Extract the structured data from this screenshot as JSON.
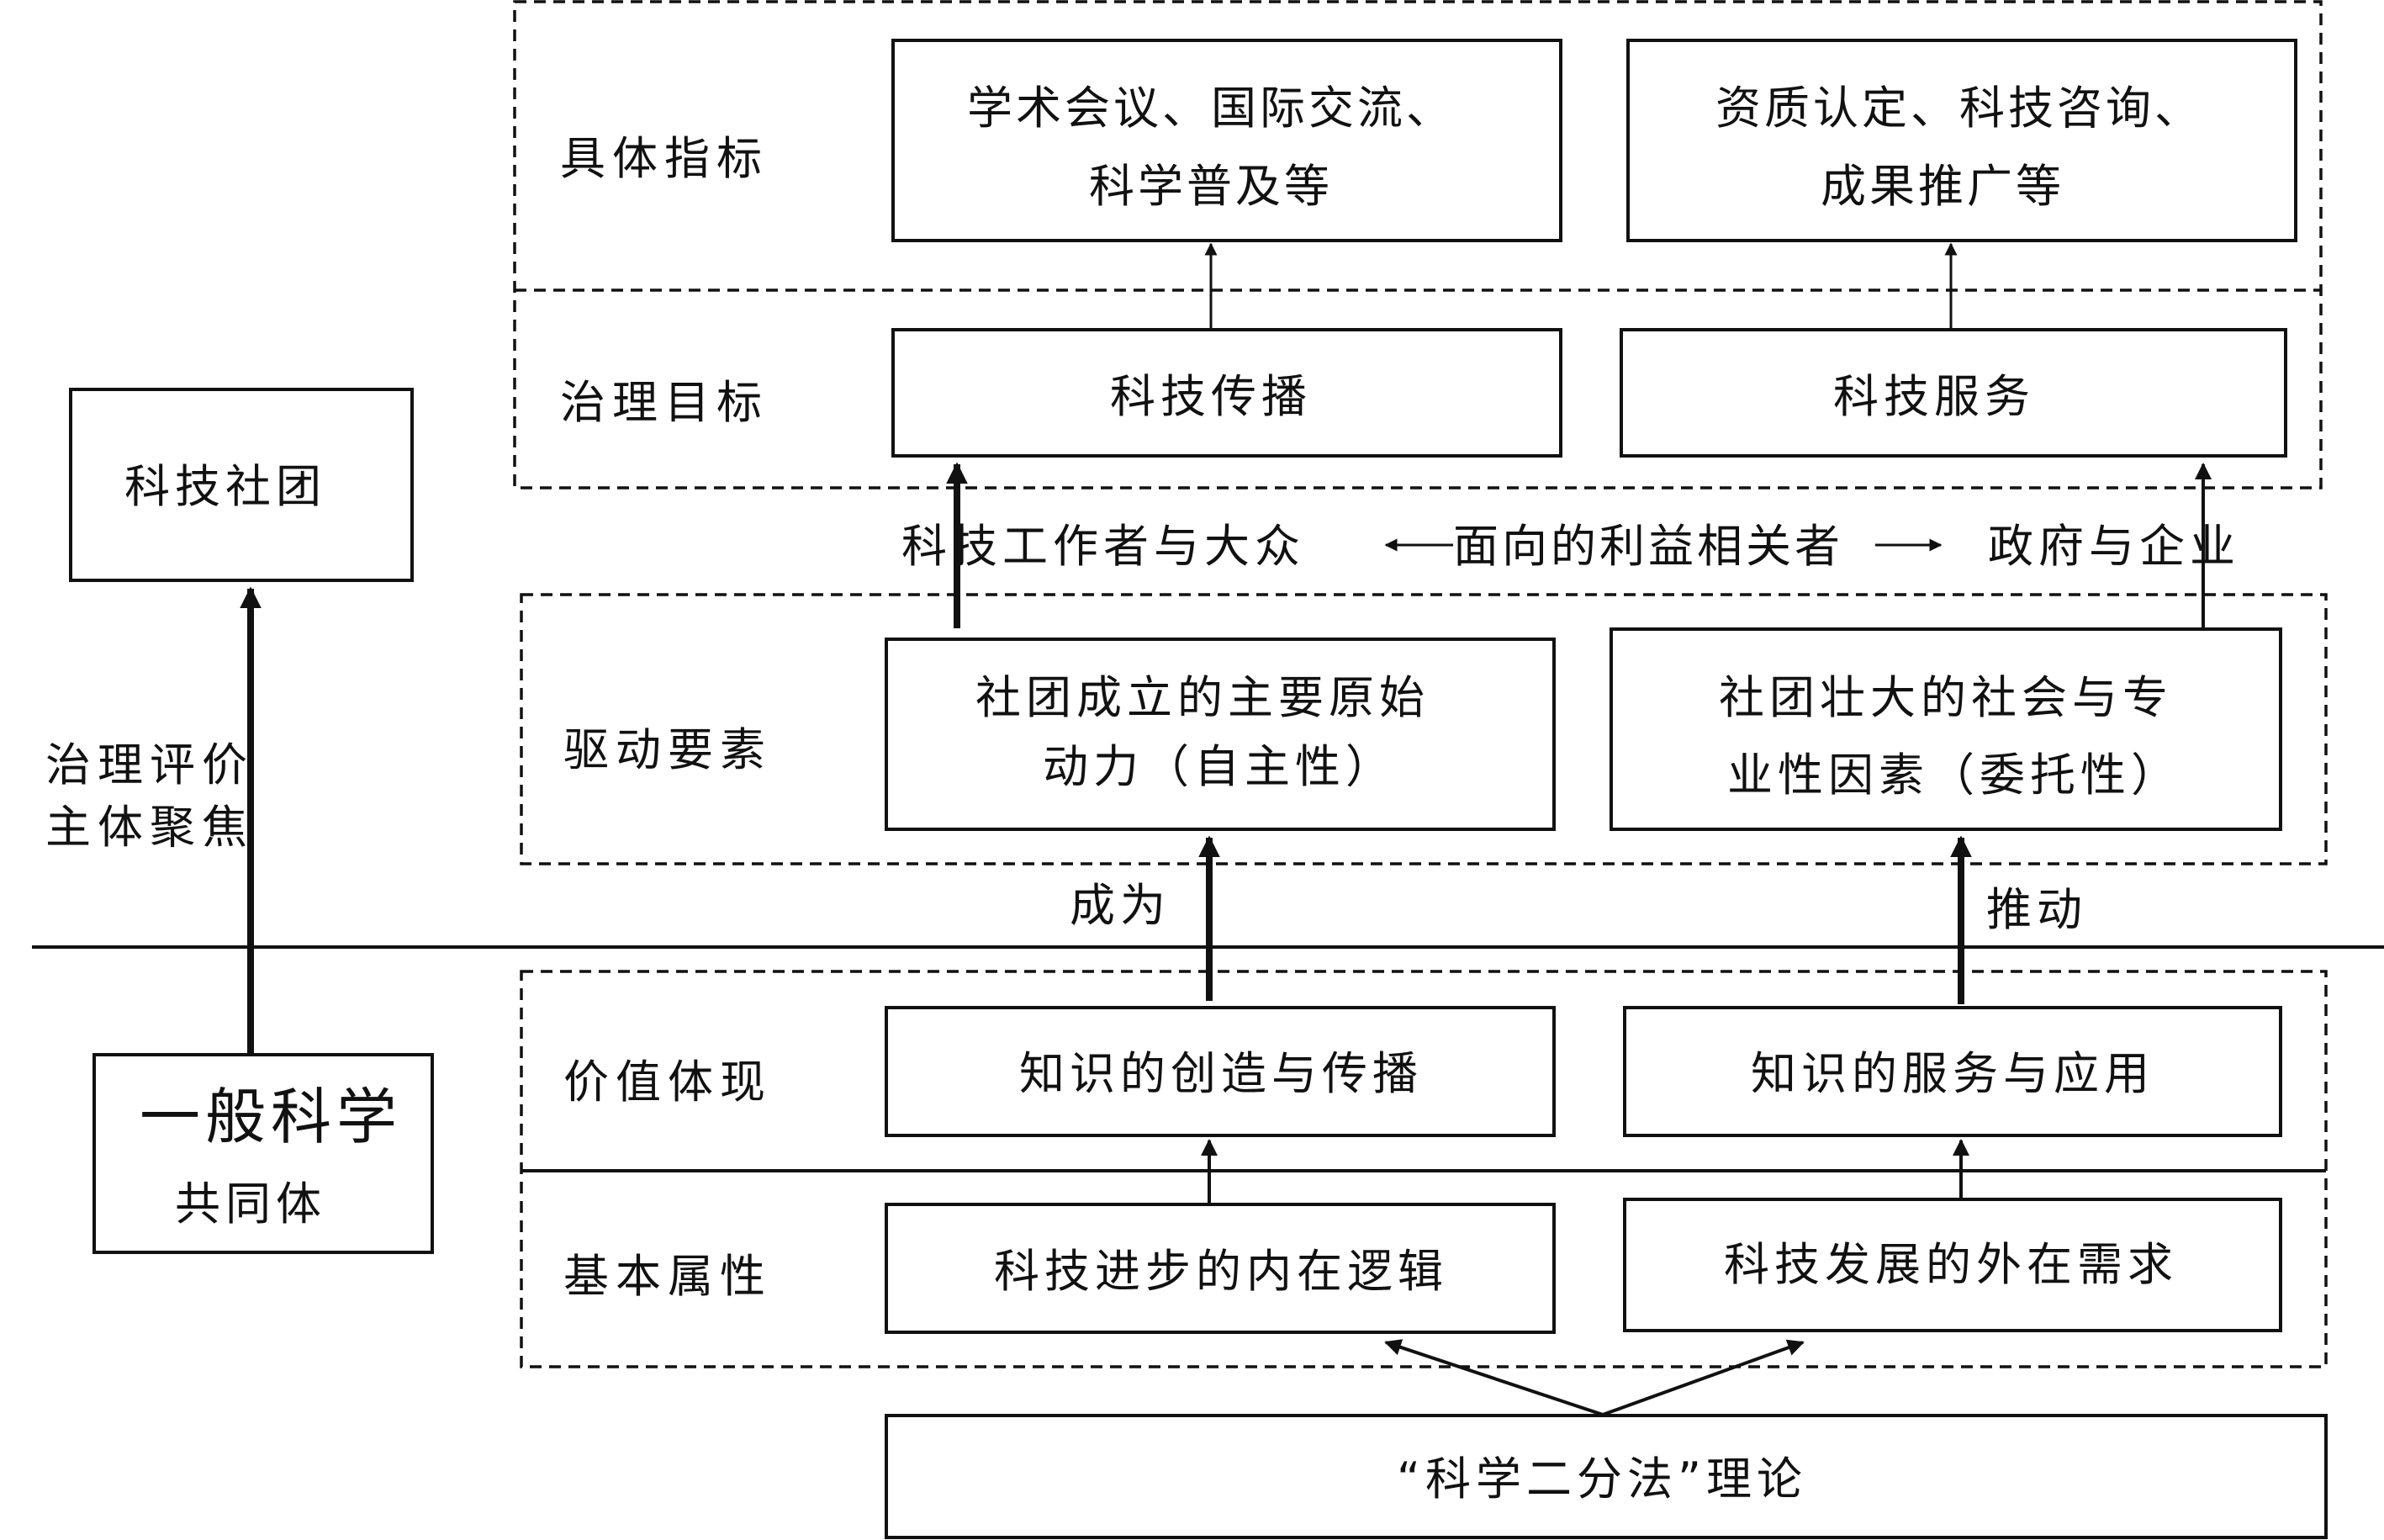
{
  "left_panel": {
    "top_box": "科技社团",
    "arrow_label_lines": [
      "治理评价",
      "主体聚焦"
    ],
    "bottom_box_title": "一般科学",
    "bottom_box_subtitle": "共同体"
  },
  "rows": {
    "indicators": {
      "label": "具体指标",
      "left_box": [
        "学术会议、国际交流、",
        "科学普及等"
      ],
      "right_box": [
        "资质认定、科技咨询、",
        "成果推广等"
      ]
    },
    "goals": {
      "label": "治理目标",
      "left_box": "科技传播",
      "right_box": "科技服务"
    },
    "stakeholders": {
      "left": "科技工作者与大众",
      "center": "面向的利益相关者",
      "right": "政府与企业"
    },
    "drivers": {
      "label": "驱动要素",
      "left_box": [
        "社团成立的主要原始",
        "动力（自主性）"
      ],
      "right_box": [
        "社团壮大的社会与专",
        "业性因素（委托性）"
      ]
    },
    "transitions": {
      "left": "成为",
      "right": "推动"
    },
    "value": {
      "label": "价值体现",
      "left_box": "知识的创造与传播",
      "right_box": "知识的服务与应用"
    },
    "attributes": {
      "label": "基本属性",
      "left_box": "科技进步的内在逻辑",
      "right_box": "科技发展的外在需求"
    },
    "theory": {
      "box": "“科学二分法”理论"
    }
  }
}
